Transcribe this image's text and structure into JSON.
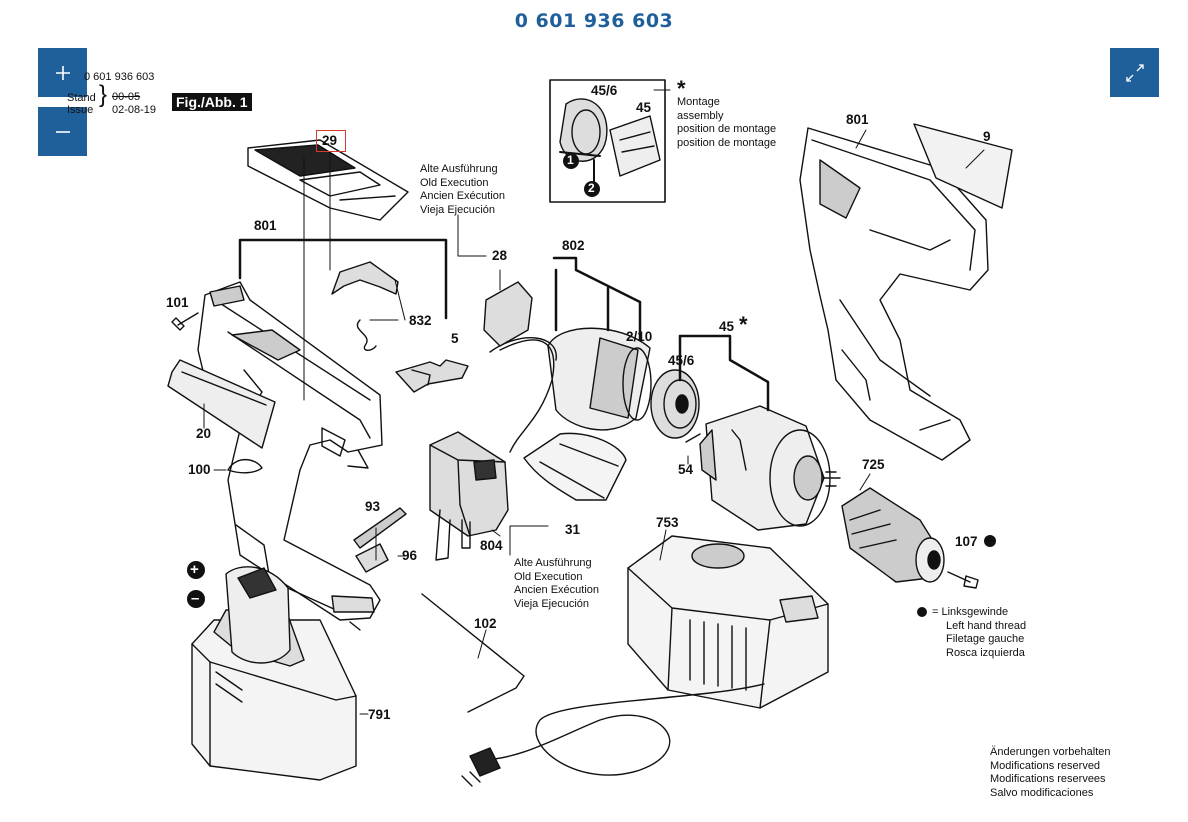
{
  "title": "0 601 936 603",
  "controls": {
    "zoom_in": "+",
    "zoom_out": "–"
  },
  "header_block": {
    "part_number": "0 601 936 603",
    "stand_label": "Stand",
    "stand_value": "00-05",
    "issue_label": "Issue",
    "issue_value": "02-08-19",
    "figure_label": "Fig./Abb. 1"
  },
  "notes": {
    "old_execution_1": [
      "Alte Ausführung",
      "Old Execution",
      "Ancien Exécution",
      "Vieja Ejecución"
    ],
    "old_execution_2": [
      "Alte Ausführung",
      "Old Execution",
      "Ancien Exécution",
      "Vieja Ejecución"
    ],
    "assembly": [
      "Montage",
      "assembly",
      "position de montage",
      "position de montage"
    ],
    "left_hand_thread": [
      "= Linksgewinde",
      "Left hand thread",
      "Filetage gauche",
      "Rosca izquierda"
    ],
    "modifications": [
      "Änderungen vorbehalten",
      "Modifications reserved",
      "Modifications reservees",
      "Salvo modificaciones"
    ]
  },
  "part_labels": {
    "p29": "29",
    "p801a": "801",
    "p101": "101",
    "p832": "832",
    "p5": "5",
    "p20": "20",
    "p100": "100",
    "p28": "28",
    "p802": "802",
    "p210": "2/10",
    "p456a": "45/6",
    "p45a": "45",
    "p456b": "45/6",
    "p45b": "45",
    "p54": "54",
    "p801b": "801",
    "p9": "9",
    "p725": "725",
    "p107": "107",
    "p93": "93",
    "p96": "96",
    "p804": "804",
    "p31": "31",
    "p753": "753",
    "p102": "102",
    "p791": "791",
    "step1": "1",
    "step2": "2",
    "plus": "+",
    "minus": "–",
    "star": "*"
  },
  "colors": {
    "accent": "#1f5f9a",
    "highlight": "#d23b2e",
    "ink": "#111111"
  }
}
